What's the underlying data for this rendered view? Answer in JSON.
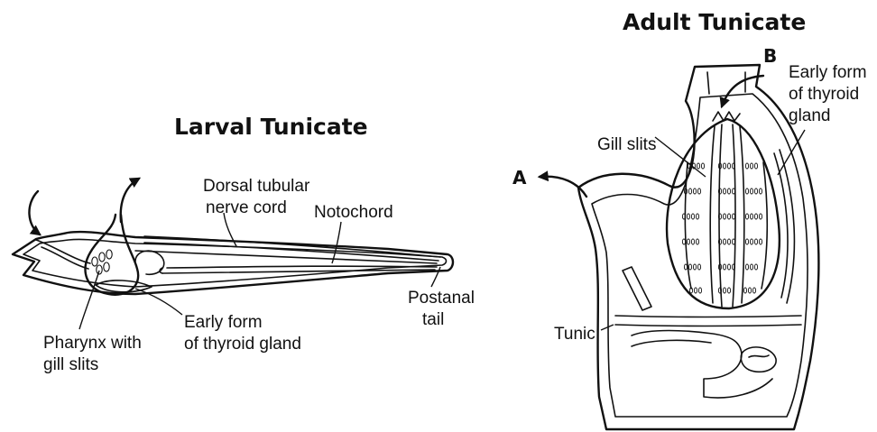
{
  "larval": {
    "title": "Larval Tunicate",
    "labels": {
      "dorsal_line1": "Dorsal tubular",
      "dorsal_line2": "nerve cord",
      "notochord": "Notochord",
      "postanal_line1": "Postanal",
      "postanal_line2": "tail",
      "thyroid_line1": "Early form",
      "thyroid_line2": "of thyroid gland",
      "pharynx_line1": "Pharynx with",
      "pharynx_line2": "gill slits"
    }
  },
  "adult": {
    "title": "Adult Tunicate",
    "labels": {
      "b": "B",
      "a": "A",
      "gill_slits": "Gill slits",
      "thyroid_line1": "Early form",
      "thyroid_line2": "of thyroid",
      "thyroid_line3": "gland",
      "tunic": "Tunic"
    }
  }
}
